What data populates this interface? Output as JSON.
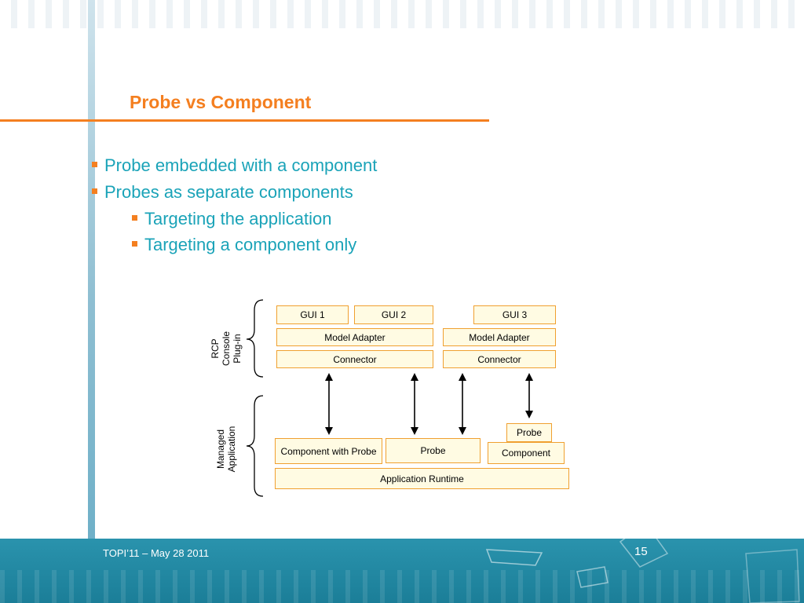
{
  "slide": {
    "title": "Probe vs Component",
    "bullets": [
      "Probe embedded with a component",
      "Probes as separate components",
      "Targeting the application",
      "Targeting a component only"
    ],
    "footer": "TOPI’11 – May 28 2011",
    "page_number": "15"
  },
  "diagram": {
    "groups": {
      "console": "RCP Console Plug-in",
      "managed": "Managed Application"
    },
    "console_boxes": {
      "gui1": "GUI 1",
      "gui2": "GUI 2",
      "gui3": "GUI 3",
      "model_adapter_a": "Model Adapter",
      "model_adapter_b": "Model Adapter",
      "connector_a": "Connector",
      "connector_b": "Connector"
    },
    "app_boxes": {
      "component_with_probe": "Component with Probe",
      "probe_a": "Probe",
      "probe_b": "Probe",
      "component": "Component",
      "app_runtime": "Application Runtime"
    }
  }
}
